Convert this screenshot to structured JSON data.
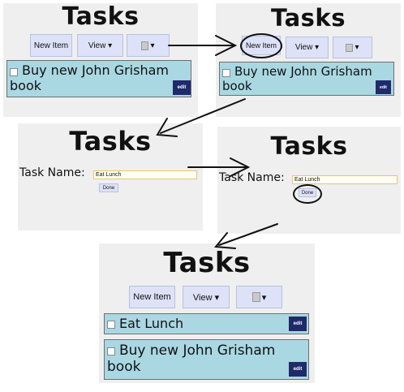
{
  "panels": {
    "p1": {
      "title": "Tasks",
      "new_item": "New Item",
      "view": "View ▾",
      "task": "Buy new John Grisham book",
      "edit": "edit"
    },
    "p2": {
      "title": "Tasks",
      "new_item": "New Item",
      "view": "View ▾",
      "task": "Buy new John Grisham book",
      "edit": "edit"
    },
    "p3": {
      "title": "Tasks",
      "task_name_label": "Task Name:",
      "task_name_value": "Eat Lunch",
      "done": "Done"
    },
    "p4": {
      "title": "Tasks",
      "task_name_label": "Task Name:",
      "task_name_value": "Eat Lunch",
      "done": "Done"
    },
    "p5": {
      "title": "Tasks",
      "new_item": "New Item",
      "view": "View ▾",
      "tasks": [
        "Eat Lunch",
        "Buy new John Grisham book"
      ],
      "edit": "edit"
    }
  },
  "icons": {
    "trash": "trash-icon",
    "caret": "chevron-down-icon",
    "arrow": "arrow-icon"
  },
  "colors": {
    "panel_bg": "#efefef",
    "button_bg": "#dde2f8",
    "card_bg": "#a9d8e3",
    "edit_bg": "#1f2a6b",
    "input_border": "#e8c66a"
  }
}
